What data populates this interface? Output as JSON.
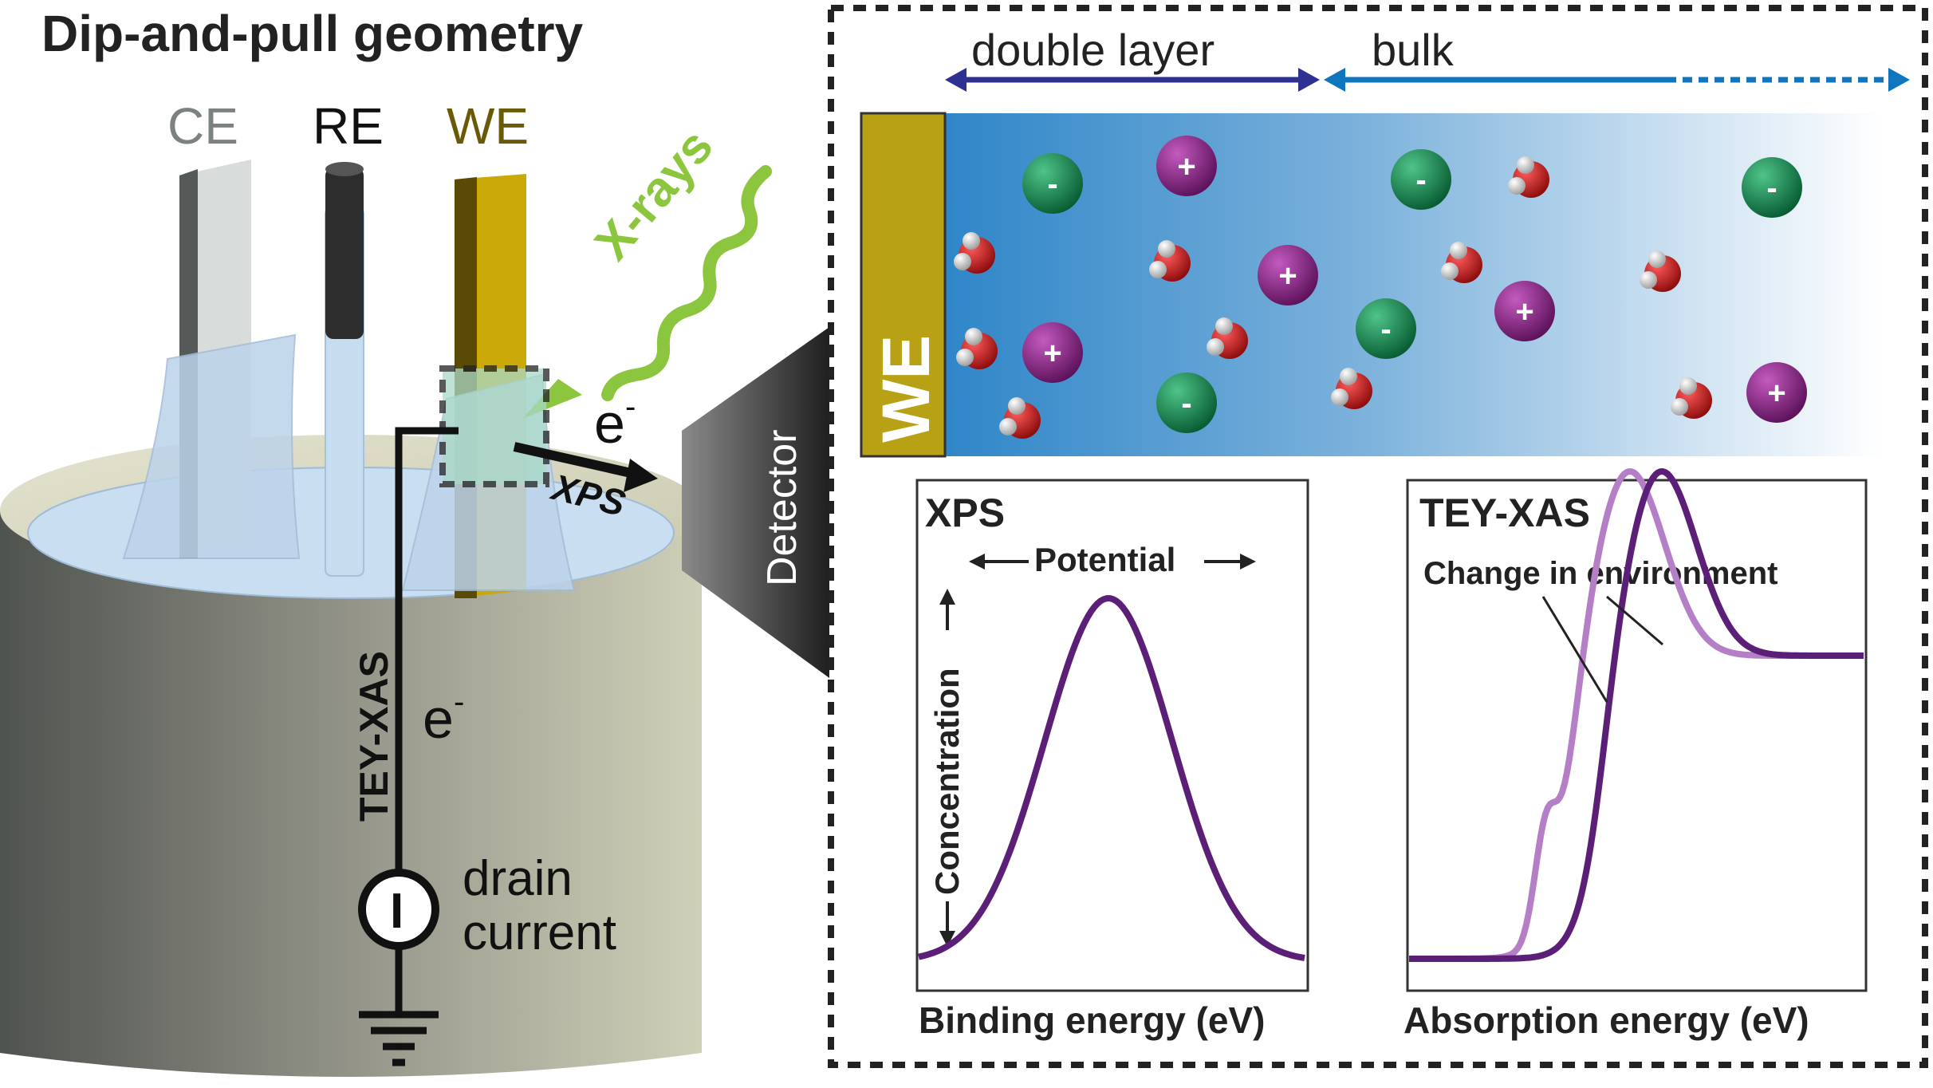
{
  "title": "Dip-and-pull geometry",
  "electrodes": {
    "ce": "CE",
    "re": "RE",
    "we": "WE"
  },
  "beam": {
    "xrays": "X-rays",
    "electron_xps": "e",
    "electron_xps_sup": "-",
    "xps_label": "XPS",
    "electron_tey": "e",
    "electron_tey_sup": "-",
    "tey_label": "TEY-XAS",
    "meter_symbol": "I",
    "drain_line1": "drain",
    "drain_line2": "current"
  },
  "detector": "Detector",
  "interface": {
    "double_layer": "double layer",
    "bulk": "bulk",
    "electrode": "WE",
    "cation_sign": "+",
    "anion_sign": "-"
  },
  "xps_panel": {
    "title": "XPS",
    "potential": "Potential",
    "concentration": "Concentration",
    "xlabel": "Binding energy (eV)"
  },
  "xas_panel": {
    "title": "TEY-XAS",
    "annotation": "Change in environment",
    "xlabel": "Absorption energy (eV)"
  },
  "colors": {
    "we_gold": "#b8a114",
    "xrays_green": "#8cc63f",
    "layer_arrow": "#2e3192",
    "bulk_arrow": "#0f75bc",
    "cation": "#7b1e7a",
    "anion": "#0a7d45",
    "curve_dark": "#5c1f78",
    "curve_light": "#b57fc8",
    "cell_body": "#8a8a80"
  }
}
